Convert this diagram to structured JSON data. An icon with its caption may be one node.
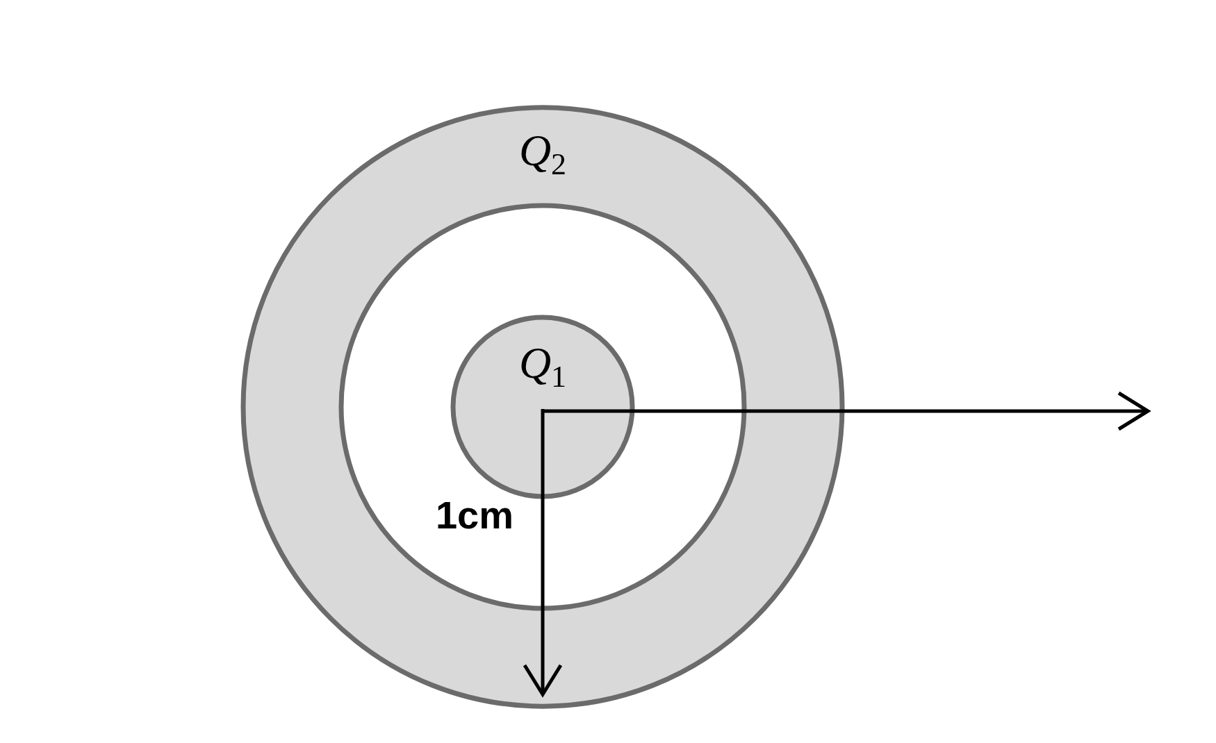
{
  "diagram": {
    "nodes": [
      {
        "text": [
          "*Q*$_{2}$"
        ]
      },
      {
        "text": [
          "*Q*$_{1}$"
        ],
        "in": 0
      }
    ],
    "labels": [
      "1cm"
    ]
  }
}
